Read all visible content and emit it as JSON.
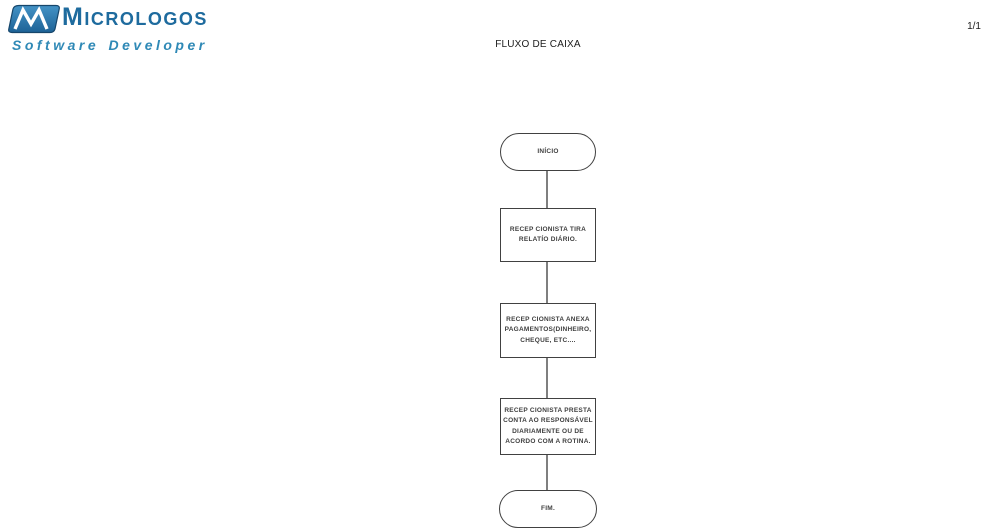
{
  "logo": {
    "name": "Micrologos",
    "tagline": "Software Developer",
    "icon": "micrologos-m-icon",
    "brand_color": "#1e6b9e",
    "tagline_color": "#2f89b6"
  },
  "page": {
    "title": "FLUXO DE CAIXA",
    "page_number": "1/1",
    "background_color": "#ffffff"
  },
  "flowchart": {
    "border_color": "#414141",
    "connector_color": "#7f7f7f",
    "text_color": "#3e3e3e",
    "nodes": [
      {
        "id": "start",
        "type": "terminator",
        "lines": [
          "INÍCIO"
        ]
      },
      {
        "id": "process-1",
        "type": "process",
        "lines": [
          "RECEP CIONISTA TIRA",
          "RELATÍO DIÁRIO."
        ]
      },
      {
        "id": "process-2",
        "type": "process",
        "lines": [
          "RECEP CIONISTA ANEXA",
          "PAGAMENTOS(DINHEIRO,",
          "CHEQUE, ETC...."
        ]
      },
      {
        "id": "process-3",
        "type": "process",
        "lines": [
          "RECEP CIONISTA PRESTA",
          "CONTA AO RESPONSÁVEL",
          "DIARIAMENTE OU DE",
          "ACORDO COM A ROTINA."
        ]
      },
      {
        "id": "end",
        "type": "terminator",
        "lines": [
          "FIM."
        ]
      }
    ]
  }
}
